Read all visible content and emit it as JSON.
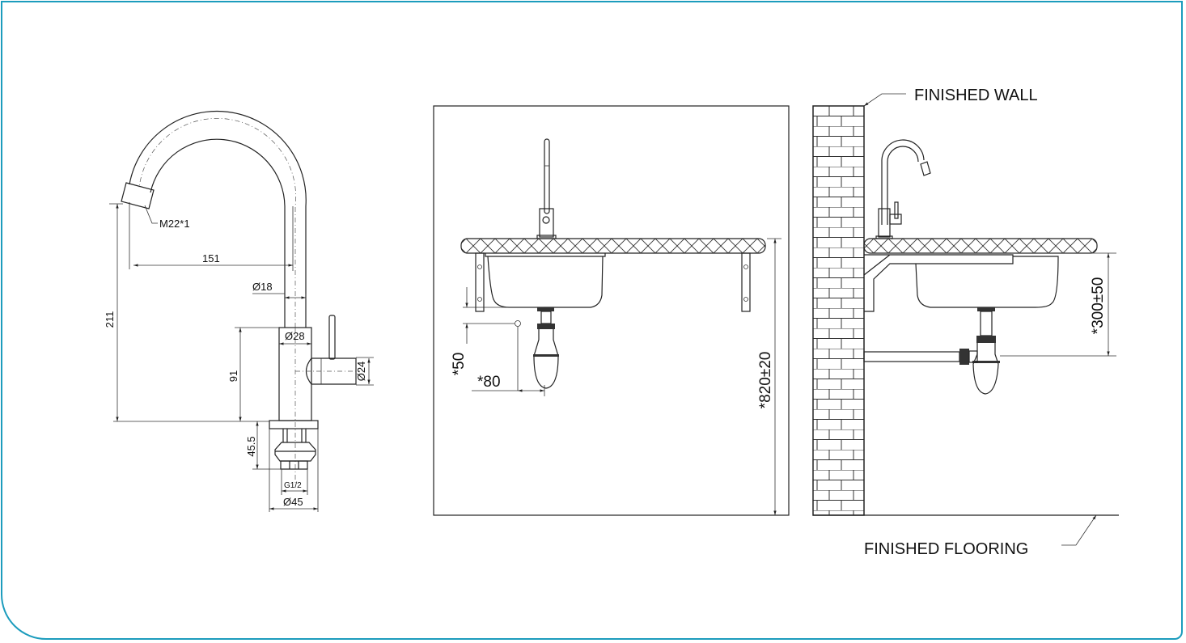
{
  "faucet_drawing": {
    "thread_label": "M22*1",
    "reach": "151",
    "spout_diameter": "Ø18",
    "height": "211",
    "body_diameter": "Ø28",
    "body_height": "91",
    "handle_diameter": "Ø24",
    "shank_length": "45.5",
    "connection": "G1/2",
    "base_diameter": "Ø45"
  },
  "front_view": {
    "drain_height": "*50",
    "drain_offset": "*80",
    "counter_height": "*820±20"
  },
  "side_view": {
    "wall_label": "FINISHED WALL",
    "floor_label": "FINISHED FLOORING",
    "trap_height": "*300±50"
  },
  "colors": {
    "border": "#1c9cbd",
    "lines": "#222222"
  }
}
